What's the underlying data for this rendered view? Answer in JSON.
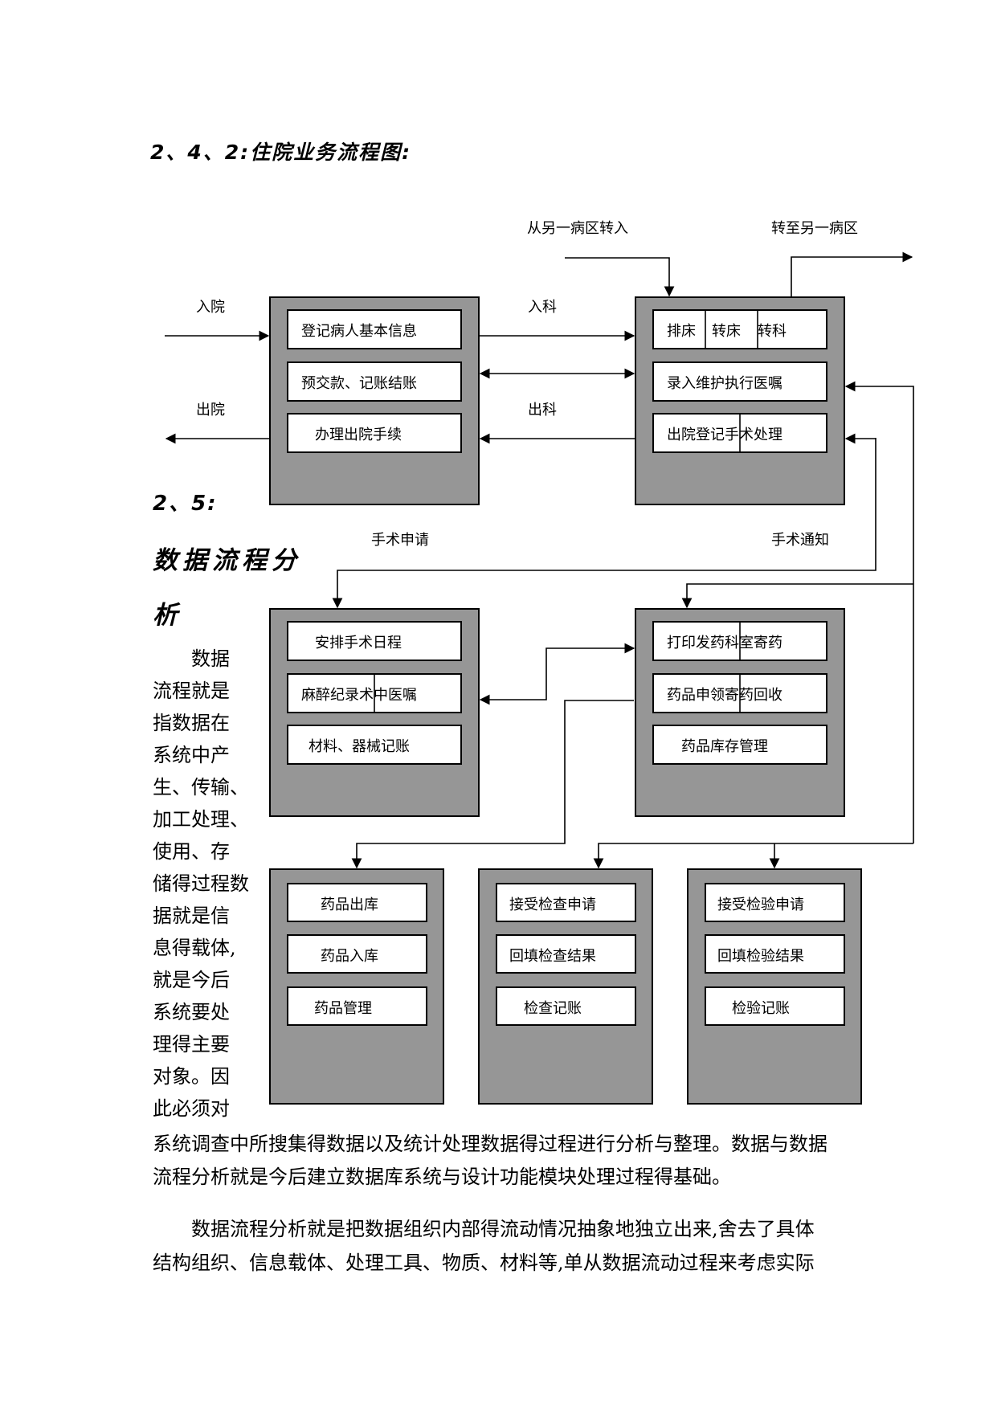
{
  "headings": {
    "h1": "2、4、2:住院业务流程图:",
    "h2_line1": "2、5:",
    "h2_line2": "数据流程分",
    "h2_line3": "析"
  },
  "side_text": [
    "数据",
    "流程就是",
    "指数据在",
    "系统中产",
    "生、传输、",
    "加工处理、",
    "使用、存",
    "储得过程数",
    "据就是信",
    "息得载体,",
    "就是今后",
    "系统要处",
    "理得主要",
    "对象。因",
    "此必须对"
  ],
  "body_lines": [
    "系统调查中所搜集得数据以及统计处理数据得过程进行分析与整理。数据与数据",
    "流程分析就是今后建立数据库系统与设计功能模块处理过程得基础。",
    "数据流程分析就是把数据组织内部得流动情况抽象地独立出来,舍去了具体",
    "结构组织、信息载体、处理工具、物质、材料等,单从数据流动过程来考虑实际"
  ],
  "flow_labels": {
    "from_other_ward": "从另一病区转入",
    "to_other_ward": "转至另一病区",
    "admit": "入院",
    "enter_dept": "入科",
    "discharge": "出院",
    "leave_dept": "出科",
    "surgery_request": "手术申请",
    "surgery_notice": "手术通知"
  },
  "boxes": {
    "admission": [
      "登记病人基本信息",
      "预交款、记账结账",
      "办理出院手续"
    ],
    "ward": {
      "bed_cells": [
        "排床",
        "转床",
        "转科"
      ],
      "item2": "录入维护执行医嘱",
      "item3": "出院登记手术处理"
    },
    "surgery": [
      "安排手术日程",
      "麻醉纪录术中医嘱",
      "材料、器械记账"
    ],
    "pharmacy": [
      "打印发药科室寄药",
      "药品申领寄药回收",
      "药品库存管理"
    ],
    "drug_store": [
      "药品出库",
      "药品入库",
      "药品管理"
    ],
    "exam": [
      "接受检查申请",
      "回填检查结果",
      "检查记账"
    ],
    "lab": [
      "接受检验申请",
      "回填检验结果",
      "检验记账"
    ]
  }
}
